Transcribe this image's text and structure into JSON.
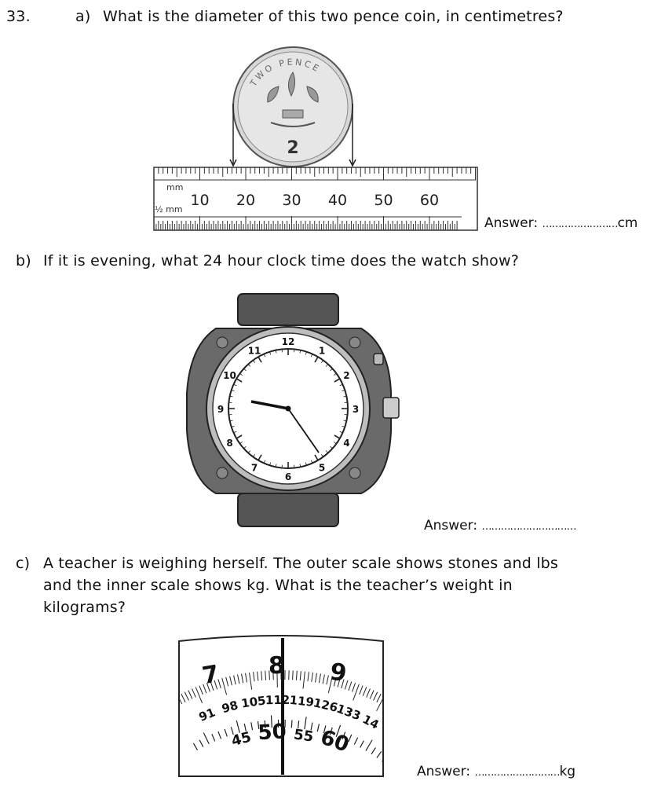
{
  "question": {
    "number": "33.",
    "part_a": {
      "label": "a)",
      "text": "What is the diameter of this two pence coin, in centimetres?",
      "coin": {
        "top_text": "TWO PENCE",
        "value": "2"
      },
      "ruler": {
        "mm_label": "mm",
        "half_mm_label": "½ mm",
        "numbers": [
          "10",
          "20",
          "30",
          "40",
          "50",
          "60"
        ]
      },
      "answer_label": "Answer:",
      "answer_dots": "……………………",
      "answer_unit": "cm"
    },
    "part_b": {
      "label": "b)",
      "text": "If it is evening, what 24 hour clock time does the watch show?",
      "watch_numbers": [
        "12",
        "1",
        "2",
        "3",
        "4",
        "5",
        "6",
        "7",
        "8",
        "9",
        "10",
        "11"
      ],
      "answer_label": "Answer:",
      "answer_dots": "…………………………"
    },
    "part_c": {
      "label": "c)",
      "text_lines": [
        "A teacher is weighing herself. The outer scale shows stones and lbs",
        "and the inner scale shows kg. What is the teacher’s weight in",
        "kilograms?"
      ],
      "scale": {
        "stones": [
          "7",
          "8",
          "9"
        ],
        "lbs": [
          "91",
          "98",
          "105",
          "112",
          "119",
          "126",
          "133",
          "14"
        ],
        "kg": [
          "45",
          "50",
          "55",
          "60"
        ]
      },
      "answer_label": "Answer:",
      "answer_dots": "………………………",
      "answer_unit": "kg"
    }
  }
}
